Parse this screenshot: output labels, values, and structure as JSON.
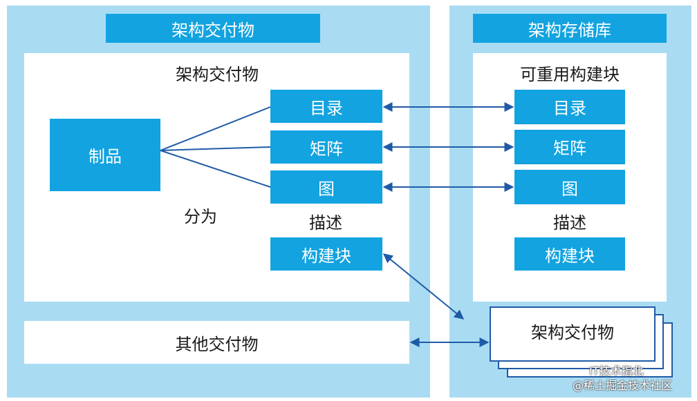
{
  "left_panel": {
    "header": "架构交付物",
    "inner_title": "架构交付物",
    "product": "制品",
    "divided_into": "分为",
    "items": [
      "目录",
      "矩阵",
      "图"
    ],
    "describe": "描述",
    "building_block": "构建块",
    "other": "其他交付物"
  },
  "right_panel": {
    "header": "架构存储库",
    "inner_title": "可重用构建块",
    "items": [
      "目录",
      "矩阵",
      "图"
    ],
    "describe": "描述",
    "building_block": "构建块",
    "stack_label": "架构交付物"
  },
  "watermark": {
    "line1": "IT技术指北",
    "line2": "@稀土掘金技术社区"
  },
  "colors": {
    "panel": "#a9dcf3",
    "box": "#12a3e0",
    "line": "#1f5aa6"
  }
}
